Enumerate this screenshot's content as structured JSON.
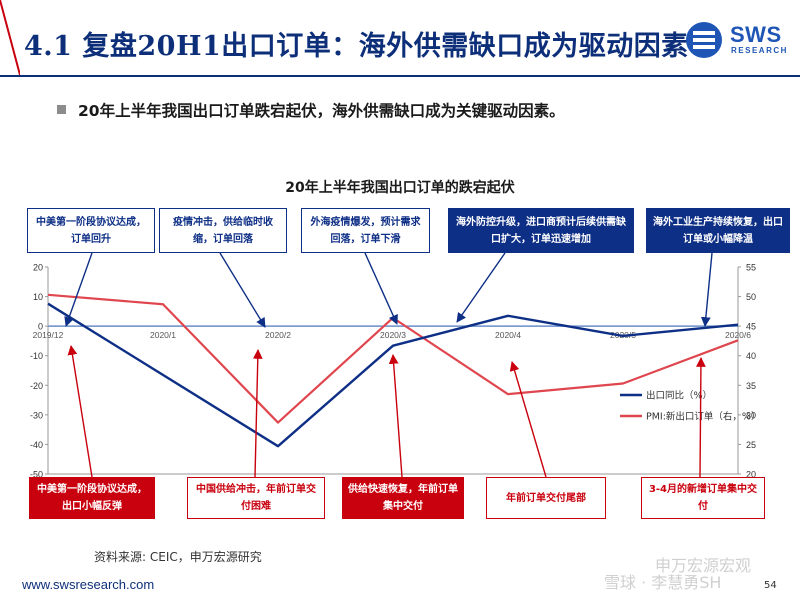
{
  "header": {
    "title": "4.1 复盘20H1出口订单：海外供需缺口成为驱动因素",
    "logo_text": "SWS",
    "logo_sub": "RESEARCH"
  },
  "bullet": "20年上半年我国出口订单跌宕起伏，海外供需缺口成为关键驱动因素。",
  "chart_data": {
    "type": "line",
    "title": "20年上半年我国出口订单的跌宕起伏",
    "categories": [
      "2019/12",
      "2020/1",
      "2020/2",
      "2020/3",
      "2020/4",
      "2020/5",
      "2020/6"
    ],
    "series": [
      {
        "name": "出口同比（%）",
        "axis": "left",
        "color": "#0e2f86",
        "values": [
          7.6,
          null,
          -40.6,
          -6.6,
          3.5,
          -3.3,
          0.5
        ]
      },
      {
        "name": "PMI:新出口订单（右，%）",
        "axis": "right",
        "color": "#e0464e",
        "values": [
          50.3,
          48.7,
          28.7,
          46.4,
          33.5,
          35.3,
          42.6
        ]
      }
    ],
    "y_left": {
      "min": -50,
      "max": 20,
      "ticks": [
        "20",
        "10",
        "0",
        "-10",
        "-20",
        "-30",
        "-40",
        "-50"
      ]
    },
    "y_right": {
      "min": 20,
      "max": 55,
      "ticks": [
        "55",
        "50",
        "45",
        "40",
        "35",
        "30",
        "25",
        "20"
      ]
    },
    "legend": [
      "出口同比（%）",
      "PMI:新出口订单（右，%）"
    ],
    "legend_position": "right"
  },
  "annotations_top": [
    "中美第一阶段协议达成，订单回升",
    "疫情冲击，供给临时收缩，订单回落",
    "外海疫情爆发，预计需求回落，订单下滑",
    "海外防控升级，进口商预计后续供需缺口扩大，订单迅速增加",
    "海外工业生产持续恢复，出口订单或小幅降温"
  ],
  "annotations_bottom": [
    "中美第一阶段协议达成，出口小幅反弹",
    "中国供给冲击，年前订单交付困难",
    "供给快速恢复，年前订单集中交付",
    "年前订单交付尾部",
    "3-4月的新增订单集中交付"
  ],
  "source": "资料来源: CEIC，申万宏源研究",
  "footer": {
    "url": "www.swsresearch.com",
    "page": "54"
  },
  "watermark": {
    "line1": "申万宏源宏观",
    "line2": "雪球 · 李慧勇SH"
  },
  "colors": {
    "navy": "#0d2f7a",
    "accent_red": "#c9000d"
  }
}
